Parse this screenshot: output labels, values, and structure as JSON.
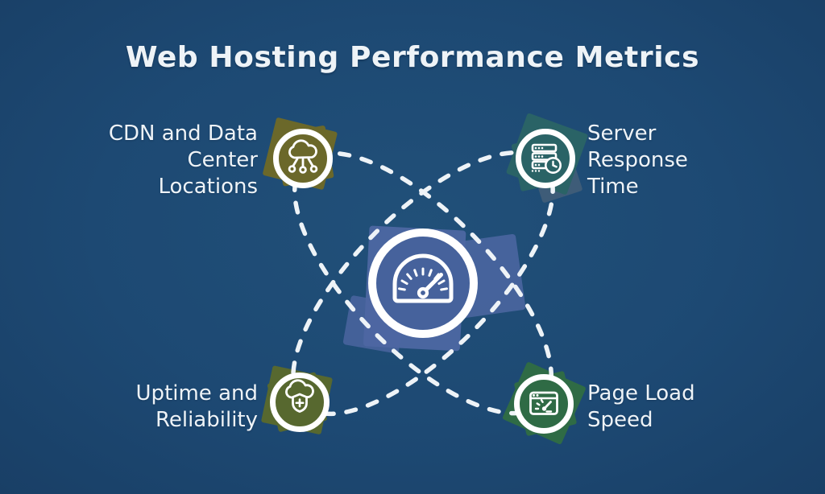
{
  "title": "Web Hosting Performance Metrics",
  "colors": {
    "background": "#1d4973",
    "text": "#eef3f7",
    "ring": "#ffffff",
    "connector_dash": "#eef3f7",
    "center_fill": "#46629c",
    "center_blob": "#4d67a2"
  },
  "center": {
    "name": "performance-gauge-hub",
    "icon": "speedometer-icon"
  },
  "nodes": [
    {
      "label": "CDN and Data\nCenter\nLocations",
      "icon": "cloud-network-icon",
      "color": "#6b682a",
      "position": "top-left"
    },
    {
      "label": "Server\nResponse\nTime",
      "icon": "server-clock-icon",
      "color": "#2a6366",
      "accent_fragment": "#3e5c78",
      "position": "top-right"
    },
    {
      "label": "Uptime and\nReliability",
      "icon": "cloud-shield-plus-icon",
      "color": "#57682f",
      "position": "bottom-left"
    },
    {
      "label": "Page Load\nSpeed",
      "icon": "browser-speedometer-icon",
      "color": "#2f6b45",
      "position": "bottom-right"
    }
  ]
}
